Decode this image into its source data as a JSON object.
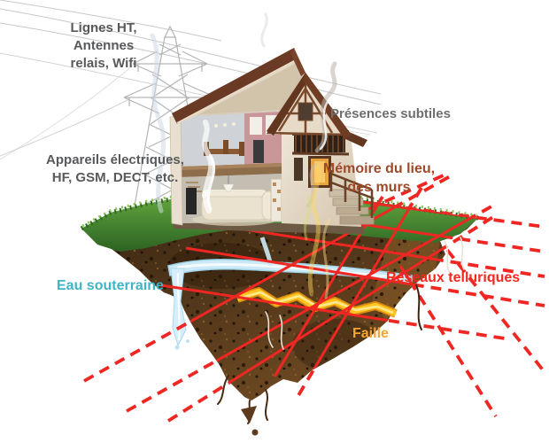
{
  "figure": {
    "labels": {
      "power_lines": "Lignes HT,\nAntennes\nrelais, Wifi",
      "electrical_devices": "Appareils électriques,\nHF, GSM, DECT, etc.",
      "subtle_presences": "Présences subtiles",
      "memory_of_place": "Mémoire du lieu,\ndes murs",
      "underground_water": "Eau souterraine",
      "telluric_networks": "Réseaux telluriques",
      "fault": "Faille"
    },
    "colors": {
      "label_gray": "#58595b",
      "memory_rust": "#9d4a2b",
      "water_teal": "#3fb4c6",
      "telluric_red": "#f3281f",
      "fault_orange": "#f7a42e",
      "grid_red": "#ee2723",
      "fault_vein_yellow": "#ffc41f",
      "grass_green": "#4c8f33",
      "soil_brown": "#4f351a",
      "water_blue": "#cde9f5",
      "pylon_gray": "#b3b3b3"
    }
  }
}
